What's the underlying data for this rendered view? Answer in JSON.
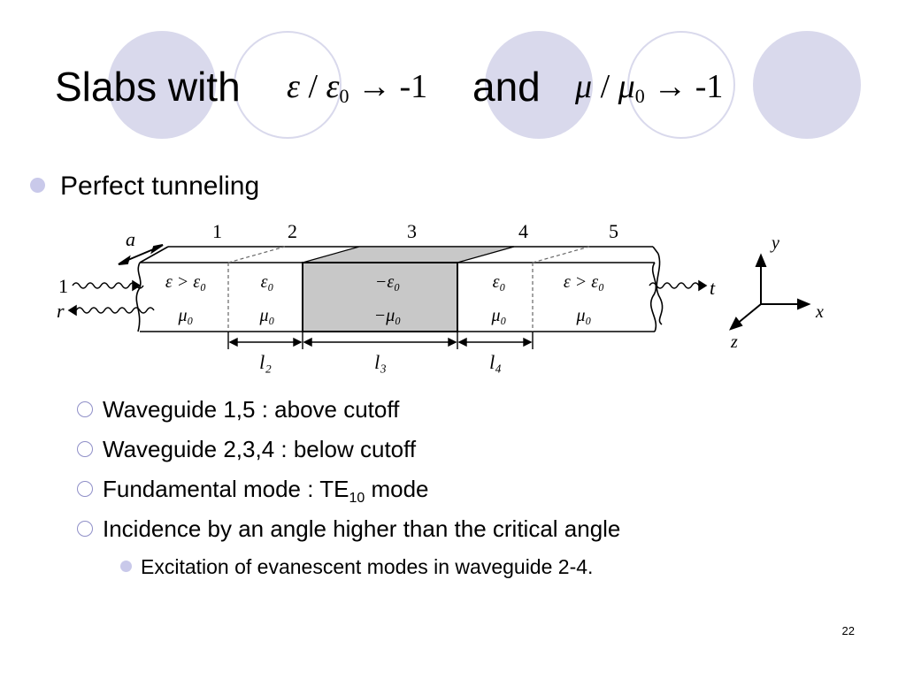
{
  "title": {
    "prefix": "Slabs with",
    "expr1": {
      "symbol": "ε",
      "sep": " / ",
      "base": "ε",
      "sub": "0",
      "arrow": "→",
      "value": "-1"
    },
    "conjunction": "and",
    "expr2": {
      "symbol": "μ",
      "sep": " / ",
      "base": "μ",
      "sub": "0",
      "arrow": "→",
      "value": "-1"
    }
  },
  "bullet_main": "Perfect tunneling",
  "figure": {
    "section_labels": [
      "1",
      "2",
      "3",
      "4",
      "5"
    ],
    "width_label": "a",
    "incident_label": "1",
    "reflected_label": "r",
    "transmitted_label": "t",
    "cells": [
      {
        "eps": "ε > ε₀",
        "mu": "μ₀"
      },
      {
        "eps": "ε₀",
        "mu": "μ₀"
      },
      {
        "eps": "−ε₀",
        "mu": "−μ₀"
      },
      {
        "eps": "ε₀",
        "mu": "μ₀"
      },
      {
        "eps": "ε > ε₀",
        "mu": "μ₀"
      }
    ],
    "dims": [
      "l₂",
      "l₃",
      "l₄"
    ],
    "axes": {
      "y": "y",
      "x": "x",
      "z": "z"
    },
    "colors": {
      "slab_fill": "#c8c8c8"
    }
  },
  "sub_bullets": [
    {
      "text": "Waveguide 1,5 : above cutoff"
    },
    {
      "text": "Waveguide 2,3,4 : below cutoff"
    },
    {
      "text": "Fundamental mode : TE",
      "sub": "10",
      "after": " mode"
    },
    {
      "text": "Incidence by an angle higher than the critical angle"
    }
  ],
  "sub_sub_bullet": "Excitation of evanescent modes in waveguide 2-4.",
  "page_number": "22",
  "colors": {
    "decor": "#d9d9ec",
    "bullet": "#c9c9ea"
  }
}
